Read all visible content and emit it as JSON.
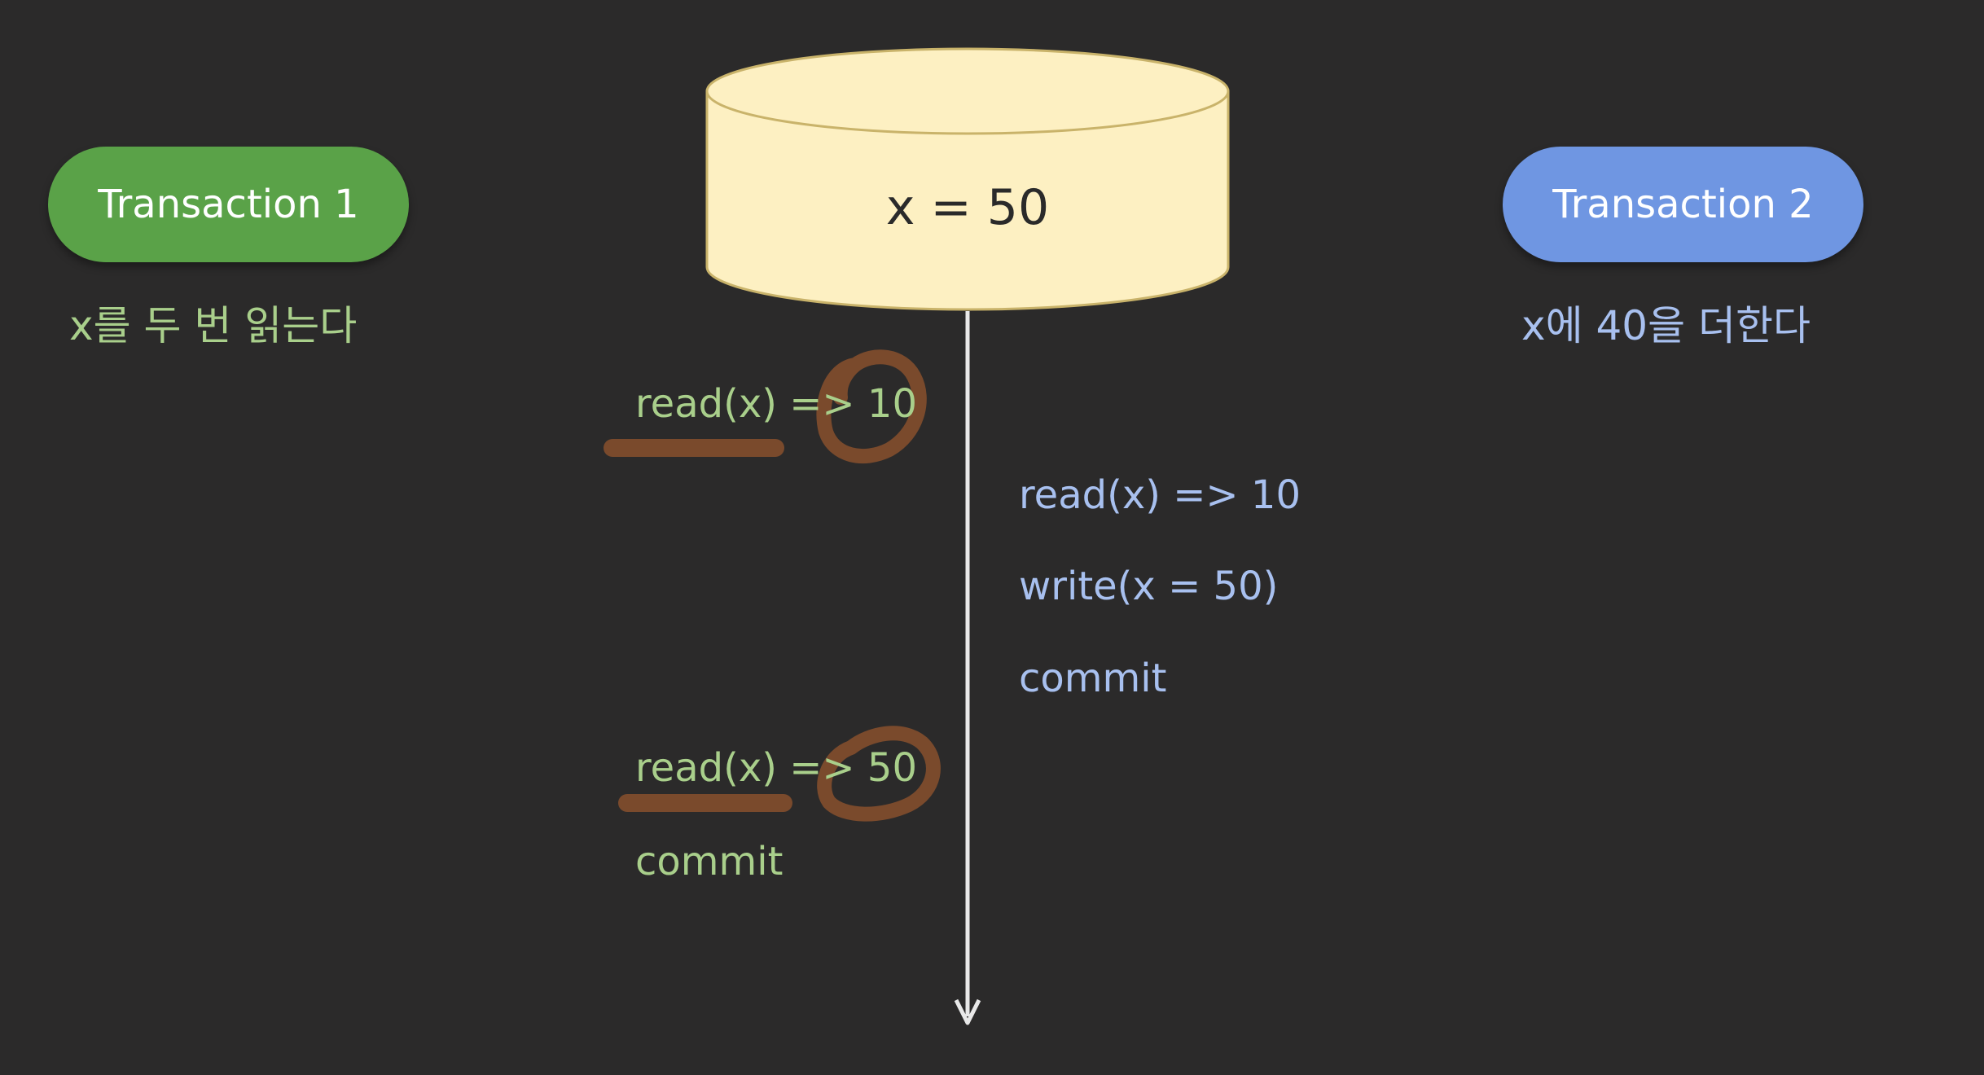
{
  "transaction1": {
    "label": "Transaction 1",
    "description": "x를 두 번 읽는다",
    "color": "#5aa248",
    "operations": [
      "read(x) => 10",
      "read(x) => 50",
      "commit"
    ]
  },
  "transaction2": {
    "label": "Transaction 2",
    "description": "x에 40을 더한다",
    "color": "#6f96e2",
    "operations": [
      "read(x) => 10",
      "write(x = 50)",
      "commit"
    ]
  },
  "database": {
    "value_label": "x = 50",
    "color": "#fdf0c2"
  },
  "annotation_color": "#7a4a2c"
}
